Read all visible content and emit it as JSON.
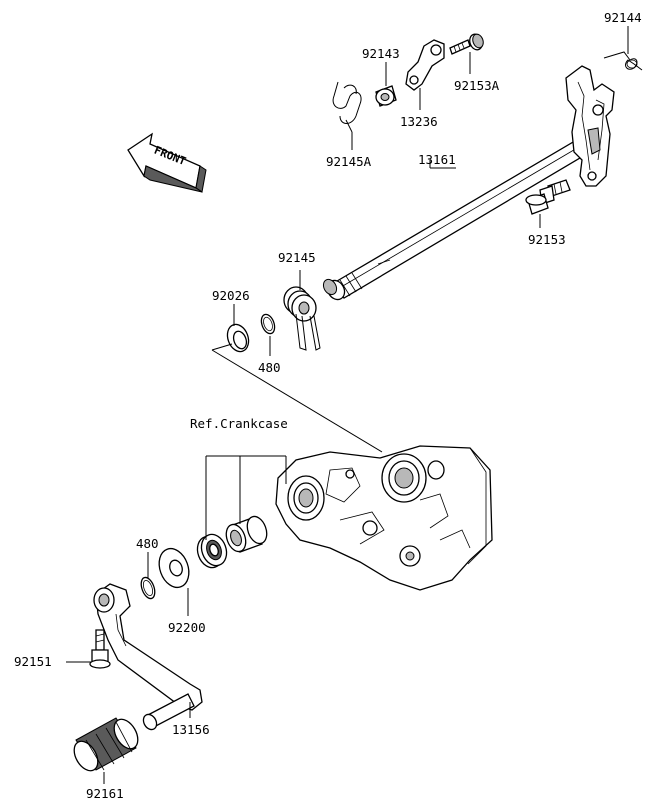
{
  "labels": {
    "p92144": "92144",
    "p92143": "92143",
    "p92153A": "92153A",
    "p13236": "13236",
    "p92145A": "92145A",
    "p13161": "13161",
    "p92153": "92153",
    "p92145": "92145",
    "p92026": "92026",
    "p480_upper": "480",
    "ref_crankcase": "Ref.Crankcase",
    "p480_lower": "480",
    "p92200": "92200",
    "p92151": "92151",
    "p13156": "13156",
    "p92161": "92161"
  },
  "front_indicator": {
    "text": "FRONT"
  },
  "colors": {
    "line": "#000000",
    "shade": "#b8b8b8",
    "background": "#ffffff"
  }
}
